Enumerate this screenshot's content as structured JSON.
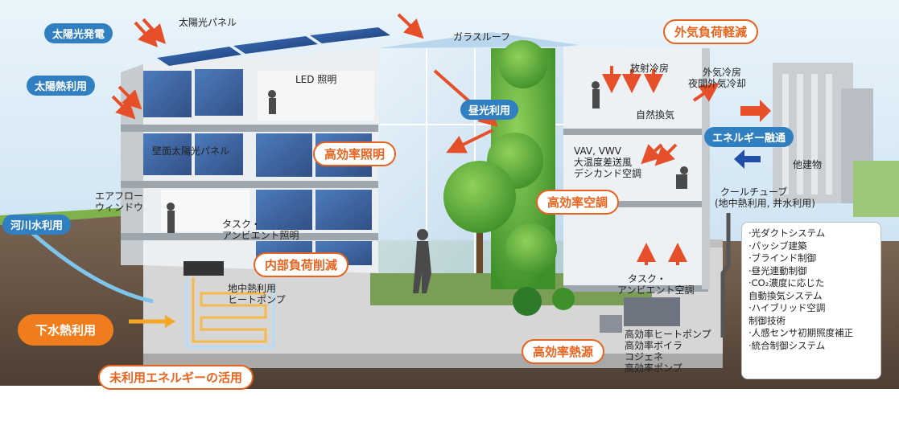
{
  "title": "",
  "labels": {
    "solar_power": "太陽光発電",
    "solar_panel": "太陽光パネル",
    "solar_heat": "太陽熱利用",
    "glass_roof": "ガラスルーフ",
    "outside_load_reduction": "外気負荷軽減",
    "led": "LED 照明",
    "radiant_cooling": "放射冷房",
    "outside_air_cooling_1": "外気冷房",
    "outside_air_cooling_2": "夜間外気冷却",
    "daylight": "昼光利用",
    "natural_ventilation": "自然換気",
    "energy_sharing": "エネルギー融通",
    "wall_solar": "壁面太陽光パネル",
    "high_eff_lighting": "高効率照明",
    "vav_1": "VAV, VWV",
    "vav_2": "大温度差送風",
    "vav_3": "デシカンド空調",
    "other_building": "他建物",
    "airflow_window_1": "エアフロー",
    "airflow_window_2": "ウィンドウ",
    "high_eff_ac": "高効率空調",
    "cool_tube_1": "クールチューブ",
    "cool_tube_2": "(地中熱利用, 井水利用)",
    "river_water": "河川水利用",
    "task_ambient_lighting_1": "タスク・",
    "task_ambient_lighting_2": "アンビエント照明",
    "internal_load_reduction": "内部負荷削減",
    "geo_heat_1": "地中熱利用",
    "geo_heat_2": "ヒートポンプ",
    "task_ambient_ac_1": "タスク・",
    "task_ambient_ac_2": "アンビエント空調",
    "sewage_heat": "下水熱利用",
    "high_eff_heat_source": "高効率熱源",
    "heat_source_list": [
      "高効率ヒートポンプ",
      "高効率ボイラ",
      "コジェネ",
      "高効率ポンプ"
    ],
    "unused_energy": "未利用エネルギーの活用"
  },
  "system_list": [
    "·光ダクトシステム",
    "·パッシブ建築",
    "·ブラインド制御",
    "·昼光連動制御",
    "·CO₂濃度に応じた",
    "  自動換気システム",
    "·ハイブリッド空調",
    "  制御技術",
    "·人感センサ初期照度補正",
    "·統合制御システム"
  ],
  "colors": {
    "accent_orange": "#e8641e",
    "accent_blue": "#2f7fc1",
    "arrow_red": "#e5502a",
    "sky": "#dcebf5",
    "ground": "#6b5a4a"
  }
}
